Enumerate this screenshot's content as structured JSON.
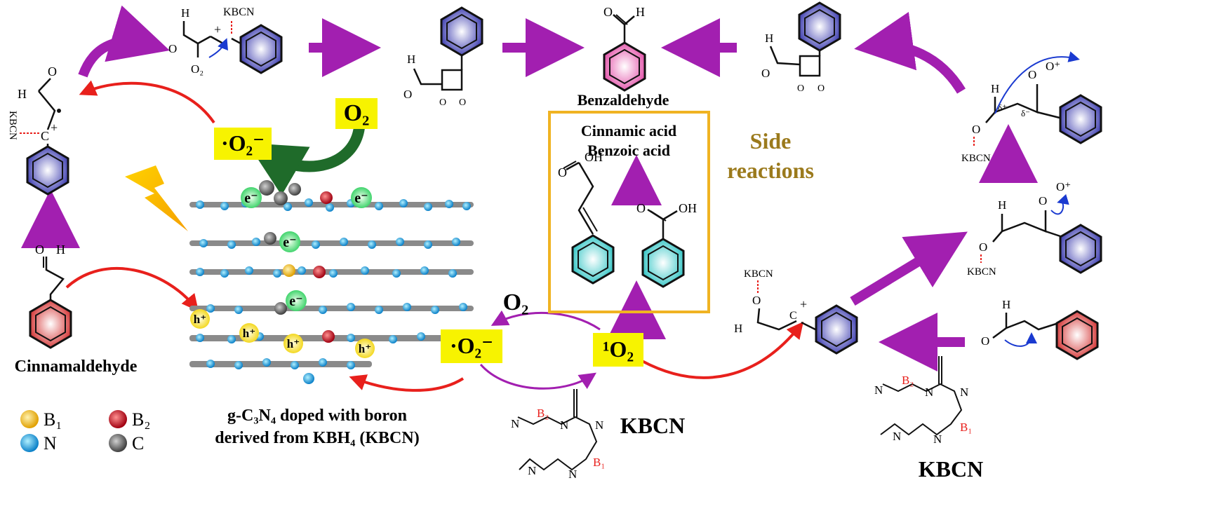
{
  "labels": {
    "cinnamaldehyde": "Cinnamaldehyde",
    "benzaldehyde": "Benzaldehyde",
    "cinnamic_acid": "Cinnamic acid",
    "benzoic_acid": "Benzoic acid",
    "side_reactions_1": "Side",
    "side_reactions_2": "reactions",
    "kbcn_center": "KBCN",
    "kbcn_right": "KBCN",
    "kbcn_small": "KBCN",
    "catalyst_caption_1": "g-C₃N₄ doped with boron",
    "catalyst_caption_2": "derived from KBH₄ (KBCN)"
  },
  "species": {
    "o2_top": "O₂",
    "superoxide_top": "·O₂⁻",
    "o2_mid": "O₂",
    "superoxide_mid": "·O₂⁻",
    "singlet_o2": "¹O₂"
  },
  "charges": {
    "electron": "e⁻",
    "hole": "h⁺"
  },
  "legend": [
    {
      "symbol": "B₁",
      "color": "#f5b800"
    },
    {
      "symbol": "B₂",
      "color": "#c8101a"
    },
    {
      "symbol": "N",
      "color": "#1aa0e6"
    },
    {
      "symbol": "C",
      "color": "#555555"
    }
  ],
  "atoms": {
    "H": "H",
    "O": "O",
    "O2sub": "O₂",
    "plus": "+",
    "B1": "B₁",
    "B2": "B₂",
    "N": "N",
    "OH": "OH",
    "delta_plus": "δ⁺",
    "delta_minus": "δ⁻",
    "Oplus": "O⁺",
    "C": "C"
  },
  "colors": {
    "purple_arrow": "#a21fb0",
    "red_arrow": "#e8201c",
    "green_arrow": "#1f6b2a",
    "highlight": "#f7f300",
    "box": "#f0b322",
    "side_text": "#9b7a1c",
    "ring_blue": "#1a1a9a",
    "ring_red": "#d02020",
    "ring_pink": "#e040a0",
    "ring_cyan": "#20c0c0"
  }
}
